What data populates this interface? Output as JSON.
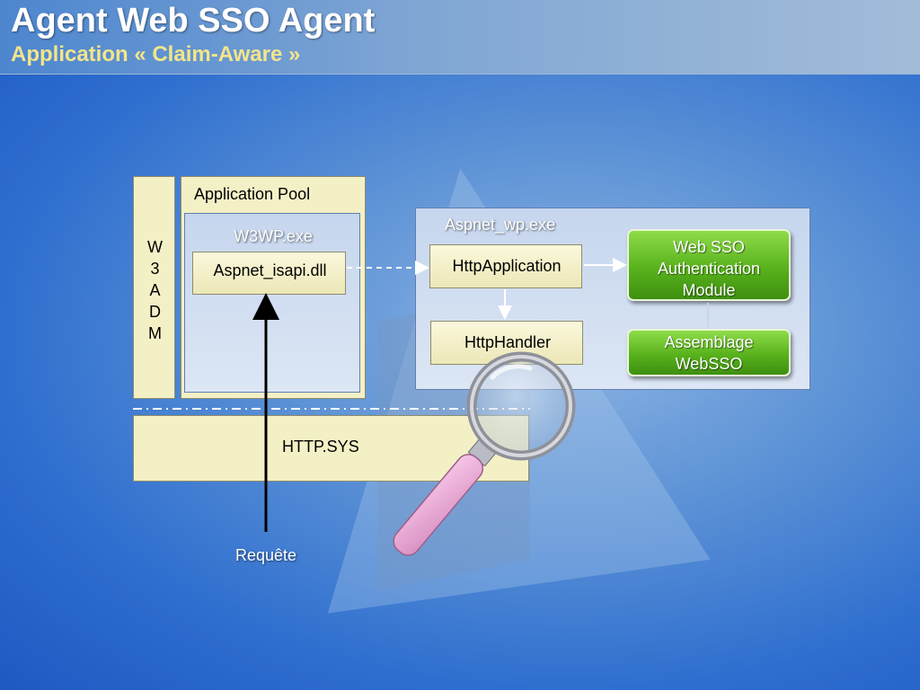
{
  "header": {
    "title": "Agent Web SSO Agent",
    "subtitle": "Application « Claim-Aware »"
  },
  "diagram": {
    "w3adm": [
      "W",
      "3",
      "A",
      "D",
      "M"
    ],
    "application_pool": "Application Pool",
    "w3wp": "W3WP.exe",
    "aspnet_isapi": "Aspnet_isapi.dll",
    "aspnet_wp": "Aspnet_wp.exe",
    "http_application": "HttpApplication",
    "http_handler": "HttpHandler",
    "websso_module_lines": [
      "Web SSO",
      "Authentication",
      "Module"
    ],
    "assemblage_lines": [
      "Assemblage",
      "WebSSO"
    ],
    "http_sys": "HTTP.SYS",
    "requete": "Requête"
  },
  "icons": [
    "magnifier-icon"
  ],
  "colors": {
    "title": "#ffffff",
    "subtitle": "#f3e58a",
    "cream": "#f4f0c6",
    "green": "#58b21c"
  }
}
